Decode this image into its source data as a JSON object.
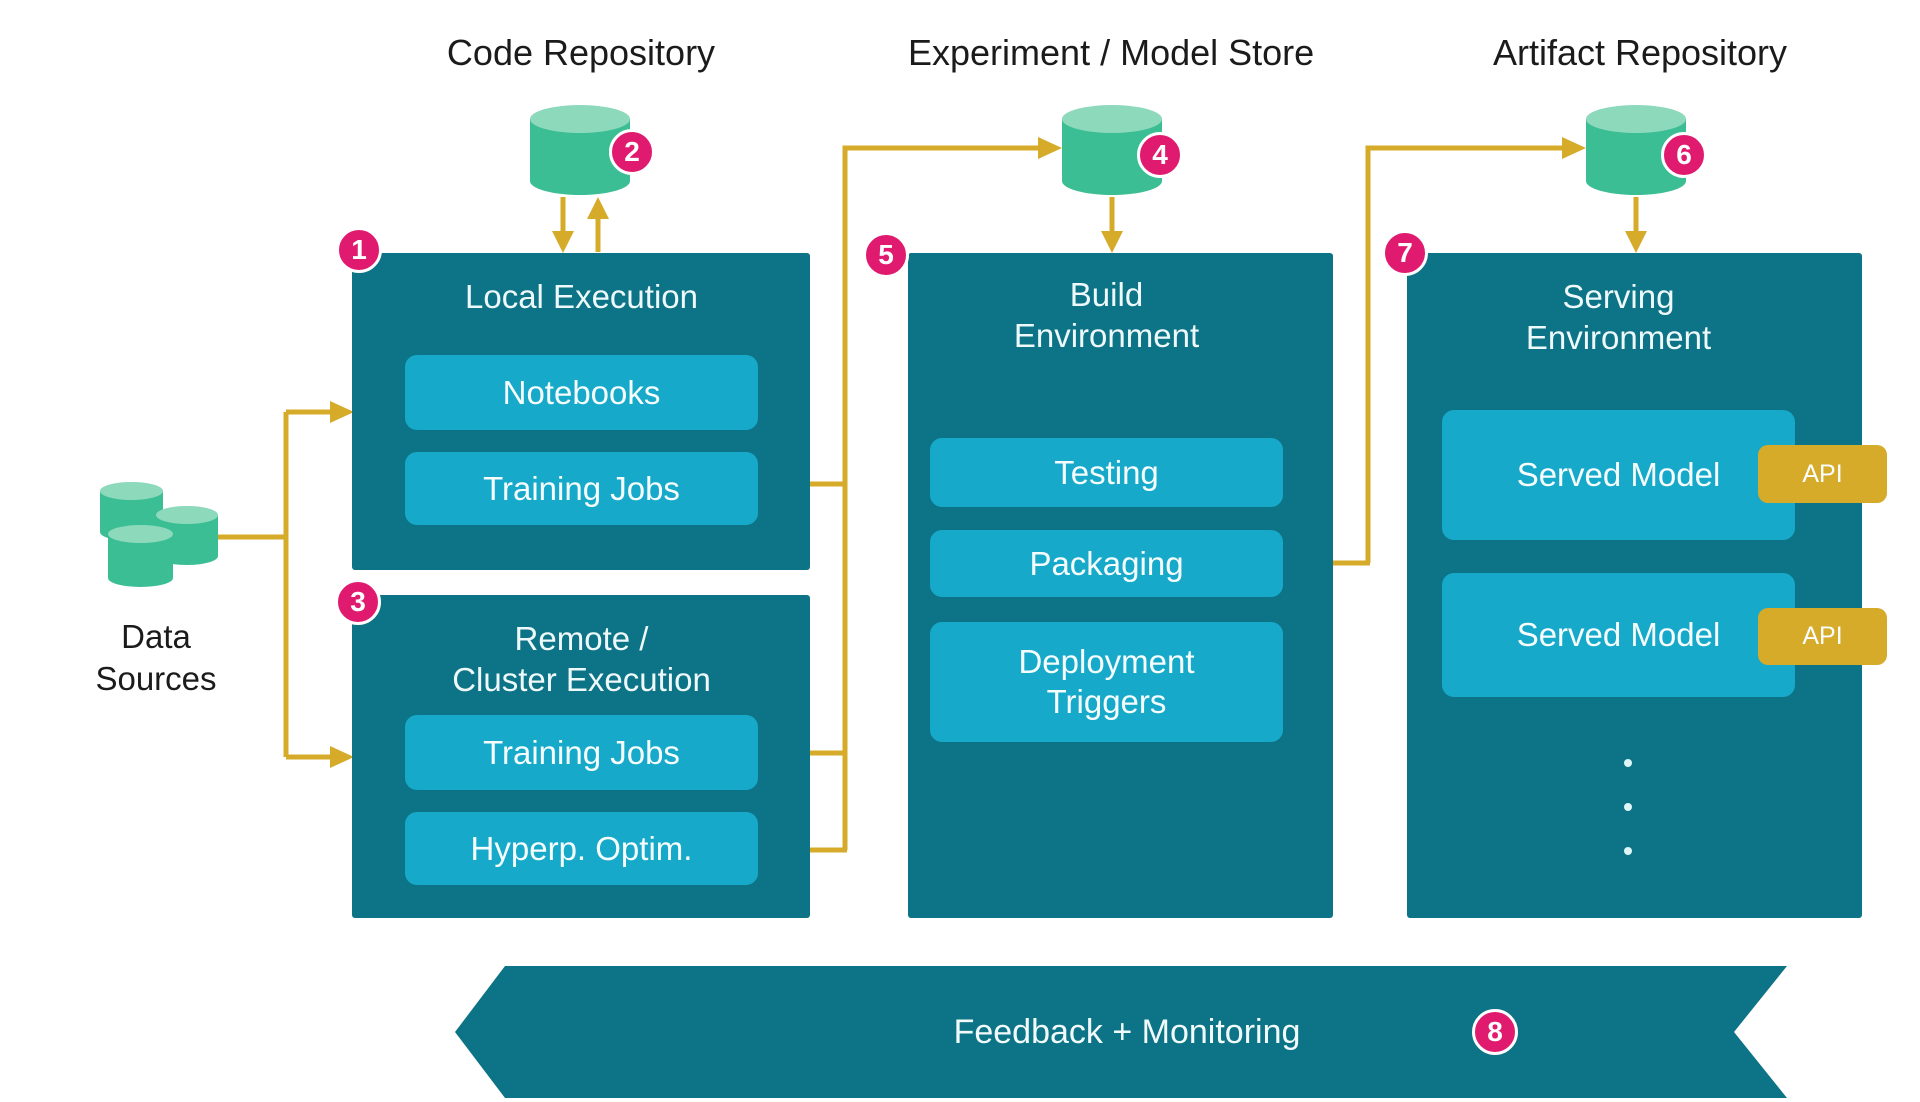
{
  "headers": {
    "code_repository": "Code Repository",
    "experiment_model_store": "Experiment / Model Store",
    "artifact_repository": "Artifact Repository"
  },
  "data_sources": {
    "line1": "Data",
    "line2": "Sources"
  },
  "badges": {
    "local_execution": "1",
    "code_repository_db": "2",
    "remote_execution": "3",
    "model_store_db": "4",
    "build_environment": "5",
    "artifact_repository_db": "6",
    "serving_environment": "7",
    "feedback_monitoring": "8"
  },
  "local_execution": {
    "title": "Local Execution",
    "items": {
      "notebooks": "Notebooks",
      "training_jobs": "Training Jobs"
    }
  },
  "remote_execution": {
    "title_line1": "Remote /",
    "title_line2": "Cluster Execution",
    "items": {
      "training_jobs": "Training Jobs",
      "hyperparameter_optimization": "Hyperp. Optim."
    }
  },
  "build_environment": {
    "title_line1": "Build",
    "title_line2": "Environment",
    "items": {
      "testing": "Testing",
      "packaging": "Packaging",
      "deployment_triggers_line1": "Deployment",
      "deployment_triggers_line2": "Triggers"
    }
  },
  "serving_environment": {
    "title_line1": "Serving",
    "title_line2": "Environment",
    "served_model_1": "Served Model",
    "served_model_2": "Served Model",
    "api_label_1": "API",
    "api_label_2": "API"
  },
  "banner": {
    "label": "Feedback + Monitoring"
  },
  "colors": {
    "container_teal": "#0d7386",
    "item_cyan": "#16a9c9",
    "accent_gold": "#d5ab29",
    "badge_pink": "#e01a6f",
    "database_green": "#3cbe95",
    "database_green_light": "#8cd9bc"
  }
}
